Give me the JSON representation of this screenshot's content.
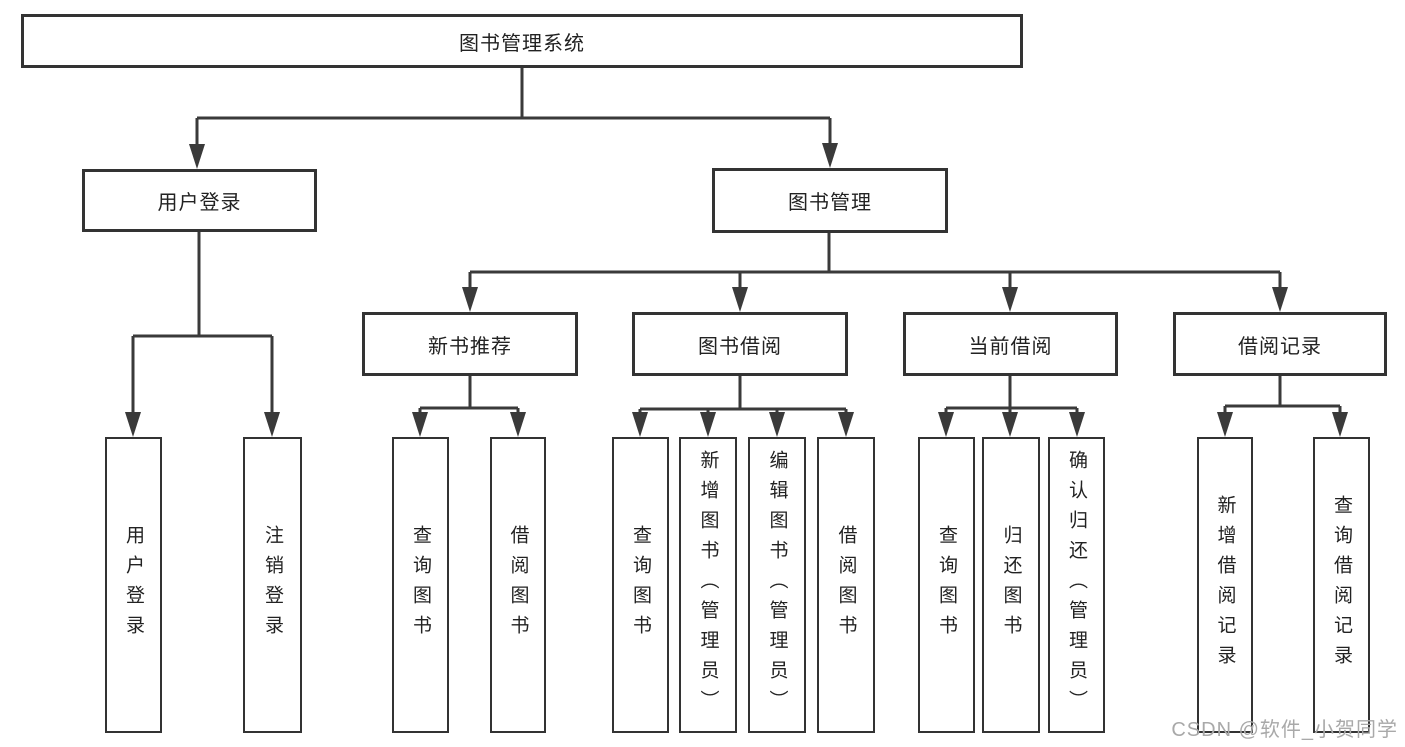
{
  "title": "图书管理系统",
  "tree": {
    "label": "图书管理系统",
    "children": [
      {
        "label": "用户登录",
        "children": [
          {
            "label": "用户登录"
          },
          {
            "label": "注销登录"
          }
        ]
      },
      {
        "label": "图书管理",
        "children": [
          {
            "label": "新书推荐",
            "children": [
              {
                "label": "查询图书"
              },
              {
                "label": "借阅图书"
              }
            ]
          },
          {
            "label": "图书借阅",
            "children": [
              {
                "label": "查询图书"
              },
              {
                "label": "新增图书（管理员）"
              },
              {
                "label": "编辑图书（管理员）"
              },
              {
                "label": "借阅图书"
              }
            ]
          },
          {
            "label": "当前借阅",
            "children": [
              {
                "label": "查询图书"
              },
              {
                "label": "归还图书"
              },
              {
                "label": "确认归还（管理员）"
              }
            ]
          },
          {
            "label": "借阅记录",
            "children": [
              {
                "label": "新增借阅记录"
              },
              {
                "label": "查询借阅记录"
              }
            ]
          }
        ]
      }
    ]
  },
  "watermark": {
    "text": "CSDN @软件_小贺同学"
  },
  "colors": {
    "line-color": "#3a3a3a",
    "border-color": "#333333",
    "text-color": "#222222",
    "watermark-color": "#a9a9a9",
    "bg-color": "#ffffff"
  }
}
